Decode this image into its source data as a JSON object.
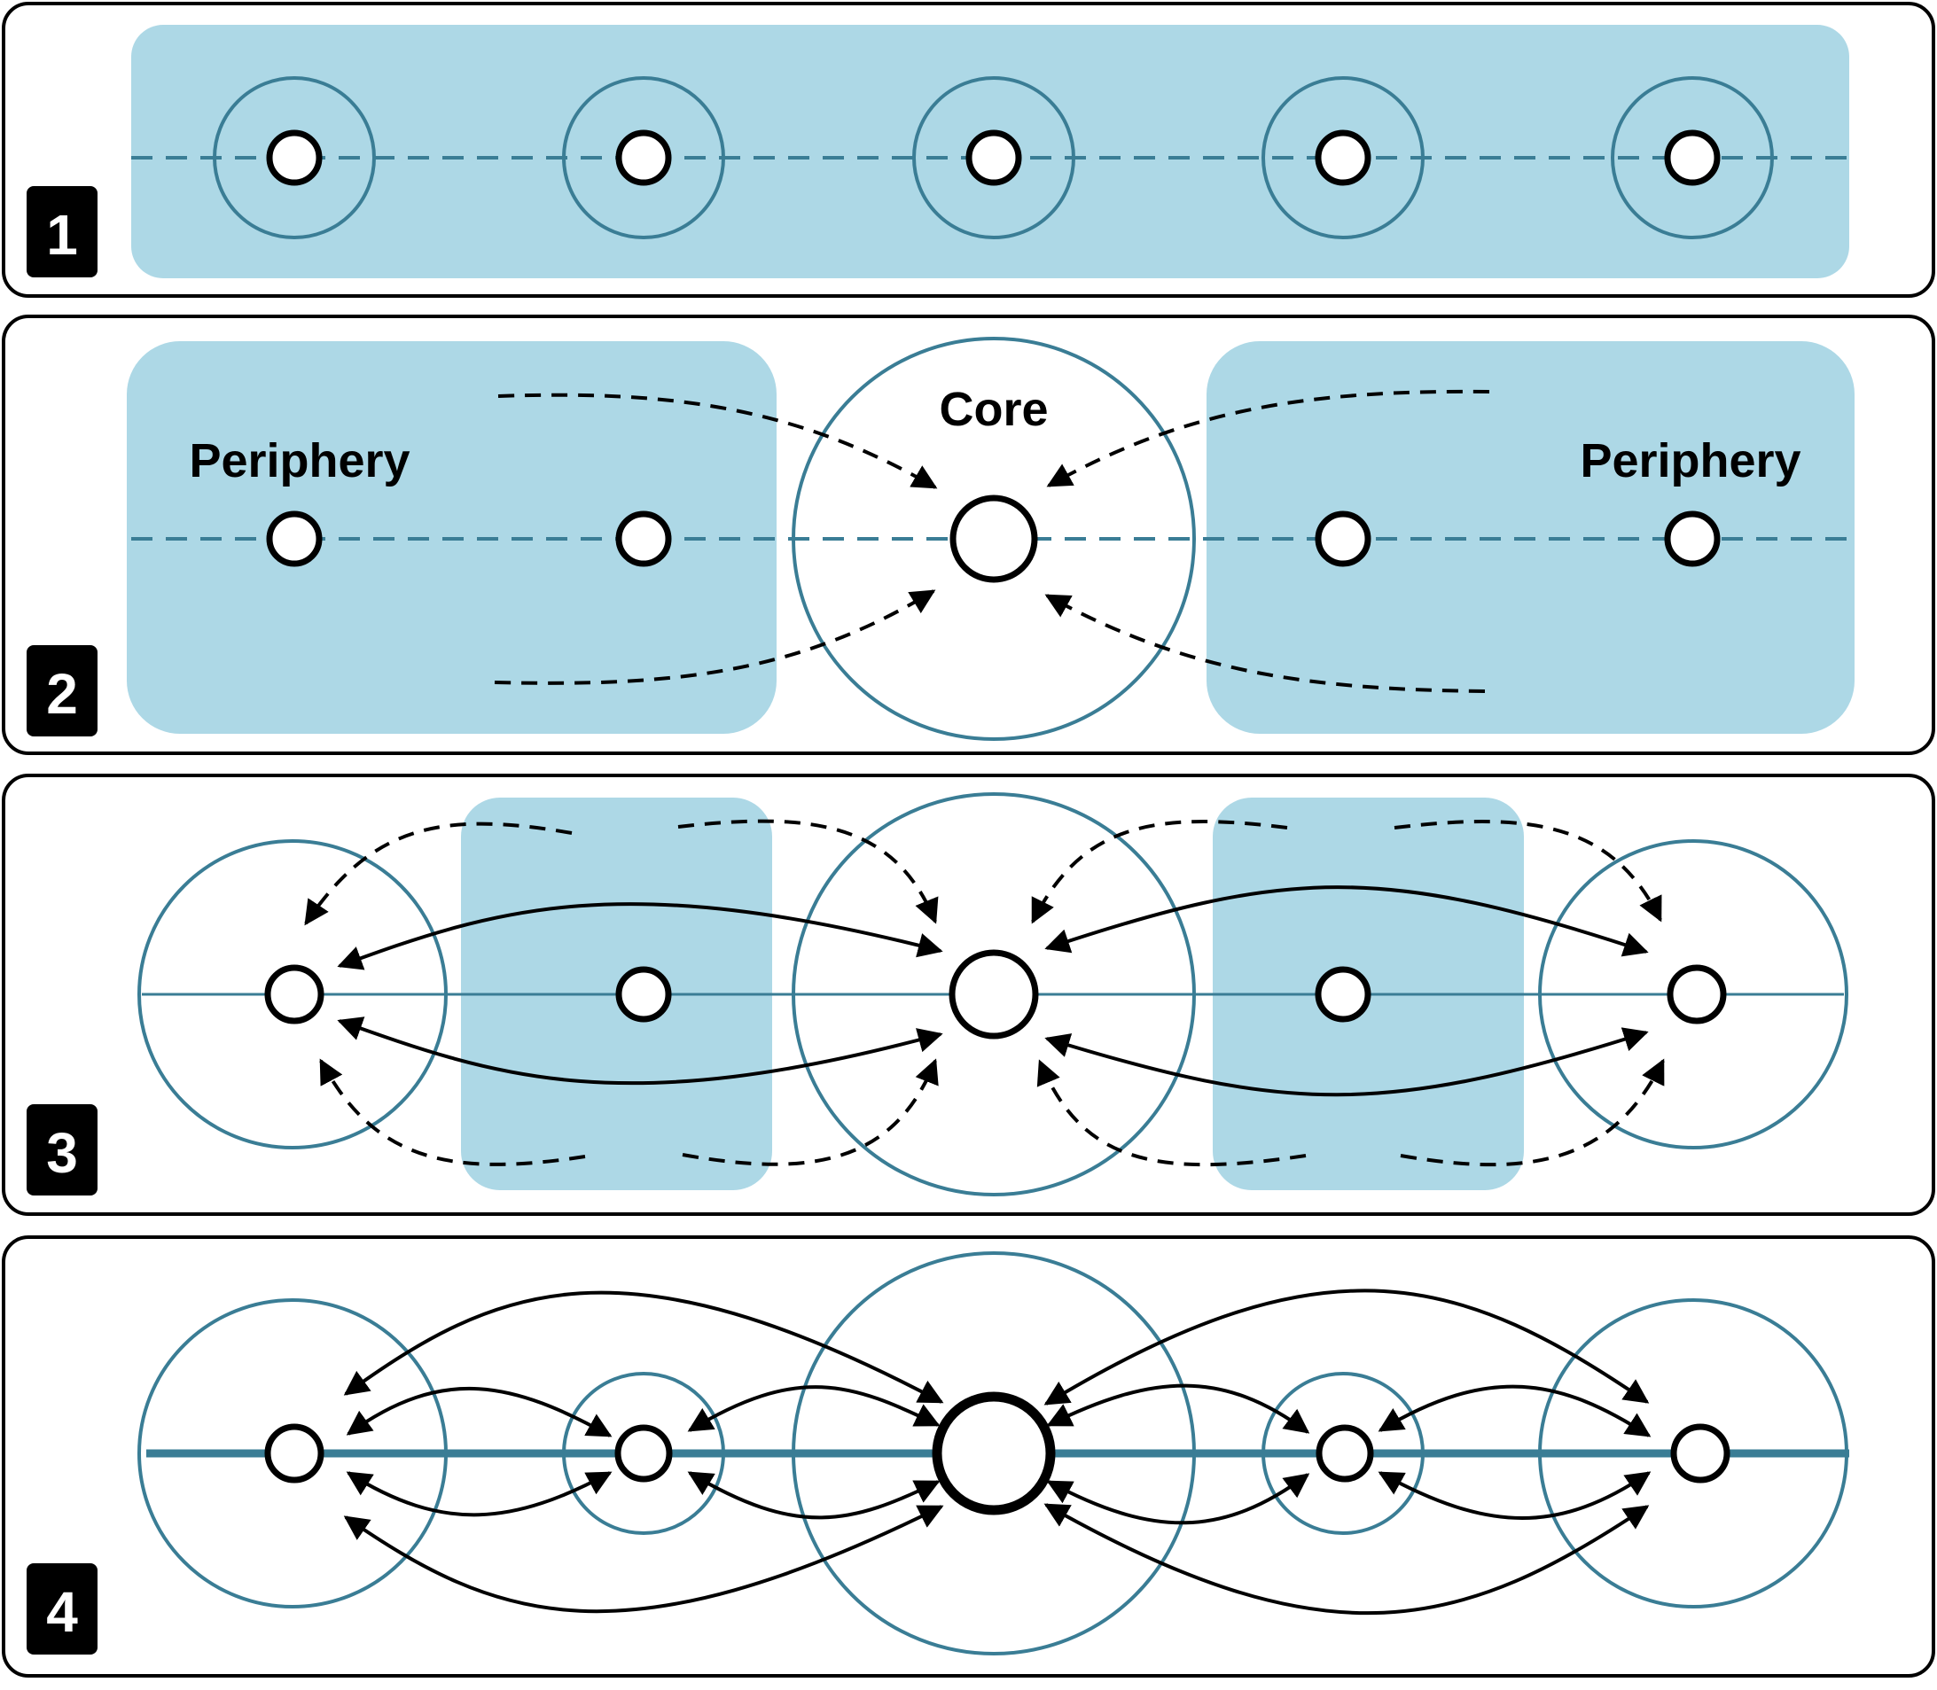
{
  "panels": [
    {
      "number": "1"
    },
    {
      "number": "2",
      "core_label": "Core",
      "periphery_left_label": "Periphery",
      "periphery_right_label": "Periphery"
    },
    {
      "number": "3"
    },
    {
      "number": "4"
    }
  ],
  "colors": {
    "zone_fill": "#add8e6",
    "ring_stroke": "#3a7d95",
    "node_stroke": "#000000",
    "arrow_stroke": "#000000"
  }
}
